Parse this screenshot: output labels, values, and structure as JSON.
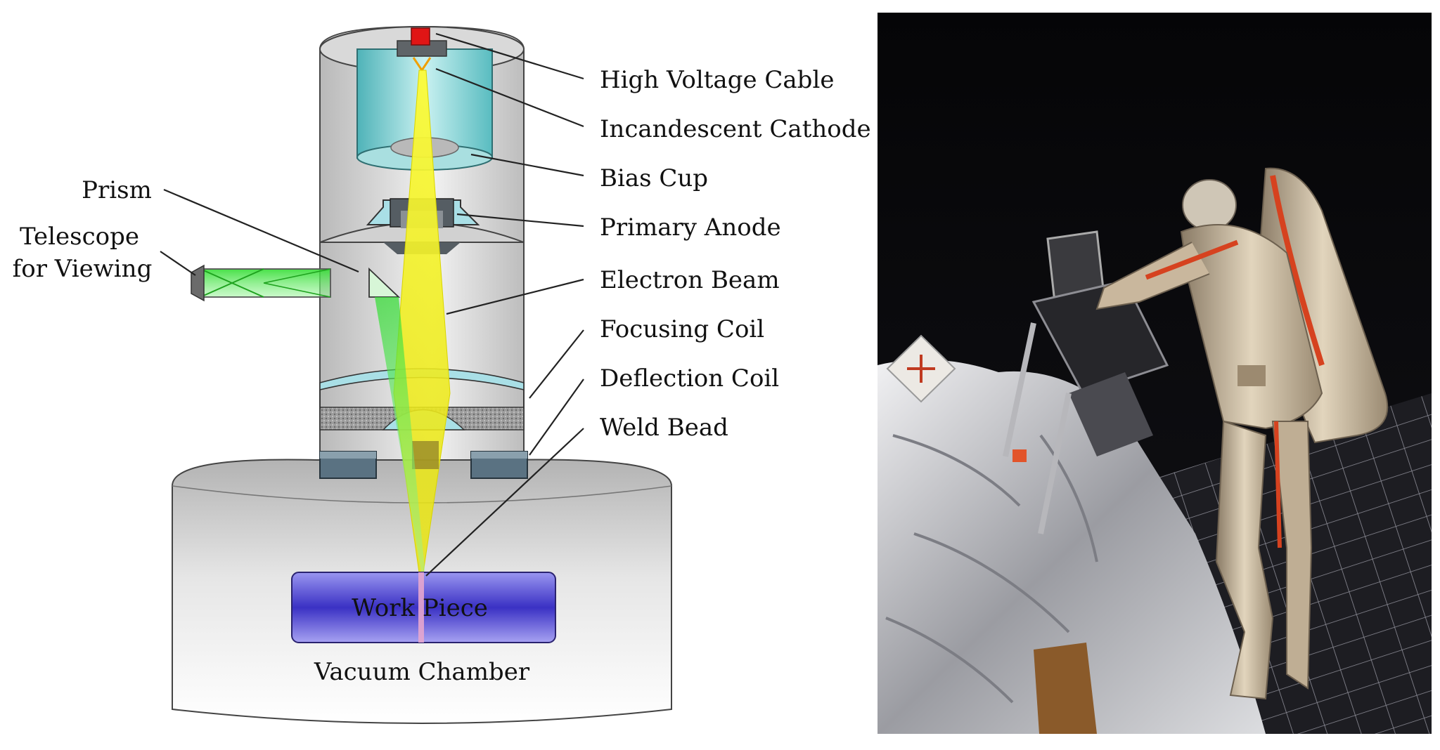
{
  "diagram": {
    "labels": {
      "high_voltage_cable": "High Voltage Cable",
      "incandescent_cathode": "Incandescent Cathode",
      "bias_cup": "Bias Cup",
      "primary_anode": "Primary Anode",
      "electron_beam": "Electron Beam",
      "focusing_coil": "Focusing Coil",
      "deflection_coil": "Deflection Coil",
      "weld_bead": "Weld Bead",
      "prism": "Prism",
      "telescope_line1": "Telescope",
      "telescope_line2": "for Viewing",
      "work_piece": "Work Piece",
      "vacuum_chamber": "Vacuum Chamber"
    },
    "colors": {
      "housing": "#c8c8c8",
      "bias_cup": "#7fd6d6",
      "beam": "#f2f21e",
      "optical_path": "#3ee03e",
      "coil": "#a9dfe6",
      "deflector": "#5a7282",
      "work_piece": "#4b43c9",
      "cable": "#e01515"
    }
  },
  "photo": {
    "colors": {
      "space": "#0b0b0d",
      "suit": "#c9b79d",
      "stripe": "#d6421f",
      "foil": "#d6d6d8",
      "solar_panel": "#1f1f24"
    }
  }
}
